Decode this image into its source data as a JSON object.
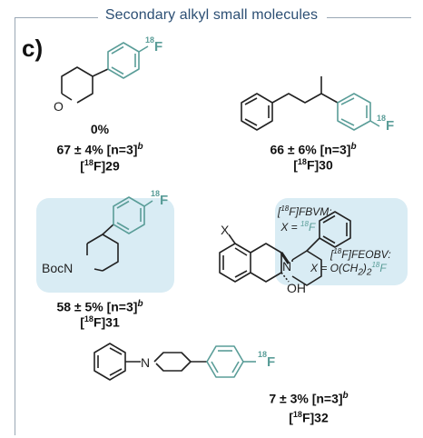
{
  "header": {
    "title": "Secondary alkyl small molecules"
  },
  "panel": {
    "label": "c)"
  },
  "isotope": "18",
  "element": "F",
  "compounds": [
    {
      "id": "29",
      "yield_lines": [
        "0%",
        "67 ± 4% [n=3]"
      ],
      "superscript": "b",
      "atoms": [
        "O"
      ]
    },
    {
      "id": "30",
      "yield_lines": [
        "66 ± 6% [n=3]"
      ],
      "superscript": "b",
      "atoms": []
    },
    {
      "id": "31",
      "yield_lines": [
        "58 ± 5% [n=3]"
      ],
      "superscript": "b",
      "atoms": [
        "BocN"
      ]
    },
    {
      "id": "32",
      "yield_lines": [
        "7 ± 3% [n=3]"
      ],
      "superscript": "b",
      "atoms": [
        "N"
      ]
    }
  ],
  "reference": {
    "atoms": {
      "x": "X",
      "n": "N",
      "oh": "OH"
    },
    "tracer1": {
      "name": "FBVM:",
      "x_eq": "X = ",
      "x_val": "F"
    },
    "tracer2": {
      "name": "FEOBV:",
      "x_eq": "X = O(CH",
      "x_sub": "2",
      "x_close": ")",
      "x_sub2": "2",
      "x_val": "F"
    }
  },
  "colors": {
    "teal": "#5a9d98",
    "highlight": "#d9ecf4",
    "header_text": "#2c4f74",
    "rule": "#9aa7b5"
  }
}
